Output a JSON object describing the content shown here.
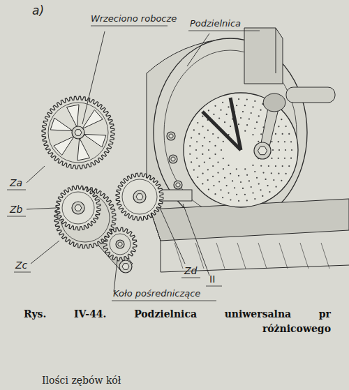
{
  "diagram": {
    "caption": "Rys. IV-44. Podzielnica uniwersalna pr różnicowego",
    "labels": [
      "a)",
      "Wrzeciono robocze",
      "Podzielnica",
      "Za",
      "Zb",
      "Zc",
      "Zd",
      "II",
      "Koło pośredniczące",
      "Ilości zębów kół"
    ]
  }
}
